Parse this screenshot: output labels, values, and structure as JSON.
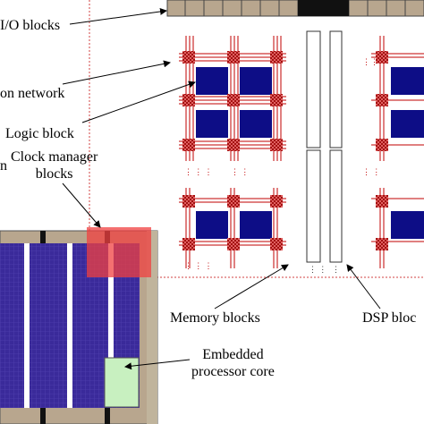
{
  "labels": {
    "io_blocks": "I/O blocks",
    "interconnection_network": "on network",
    "logic_block": "Logic block",
    "clock_fragment": "n",
    "clock_manager_line1": "Clock manager",
    "clock_manager_line2": "blocks",
    "memory_blocks": "Memory blocks",
    "dsp_blocks": "DSP bloc",
    "embedded_line1": "Embedded",
    "embedded_line2": "processor core"
  },
  "colors": {
    "io_pad": "#b8a68e",
    "io_dark": "#111111",
    "logic_block": "#0d0d86",
    "switch_box": "#a31010",
    "wire": "#c00000",
    "clock_highlight": "#f04040",
    "embedded_core": "#c8f0c0",
    "chip_fill": "#3a2a9a"
  },
  "icons": {
    "arrow": "arrow-pointer"
  }
}
